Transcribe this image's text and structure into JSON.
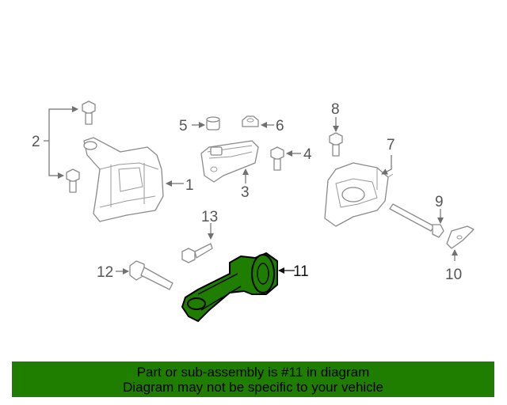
{
  "callouts": {
    "c1": "1",
    "c2": "2",
    "c3": "3",
    "c4": "4",
    "c5": "5",
    "c6": "6",
    "c7": "7",
    "c8": "8",
    "c9": "9",
    "c10": "10",
    "c11": "11",
    "c12": "12",
    "c13": "13"
  },
  "highlight_color": "#1f7d00",
  "banner": {
    "line1": "Part or sub-assembly is #11 in diagram",
    "line2": "Diagram may not be specific to your vehicle"
  }
}
